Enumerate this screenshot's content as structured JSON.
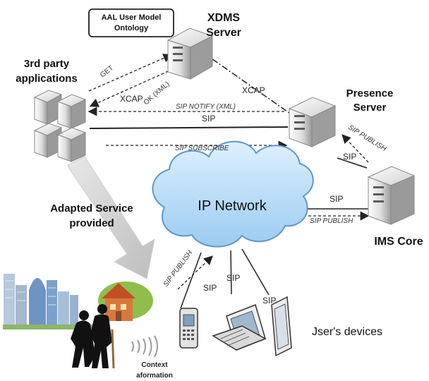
{
  "ontology_box": {
    "line1": "AAL User Model",
    "line2": "Ontology"
  },
  "xdms": {
    "line1": "XDMS",
    "line2": "Server"
  },
  "third_party": {
    "line1": "3rd party",
    "line2": "applications"
  },
  "presence": {
    "line1": "Presence",
    "line2": "Server"
  },
  "ims": {
    "label": "IMS Core"
  },
  "network": {
    "label": "IP Network"
  },
  "users": {
    "label": "Jser's devices"
  },
  "adapted": {
    "line1": "Adapted Service",
    "line2": "provided"
  },
  "context": {
    "line1": "Context",
    "line2": "aformation"
  },
  "edges": {
    "get": "GET",
    "xcap_left": "XCAP",
    "ok_xml": "OK (XML)",
    "xcap_right": "XCAP",
    "sip_notify": "SIP NOTIFY (XML)",
    "sip_main": "SIP",
    "sip_subscribe": "SIP SUBSCRIBE",
    "sip_publish_presence": "SIP PUBLISH",
    "sip_presence": "SIP",
    "sip_ims": "SIP",
    "sip_publish_ims": "SIP PUBLISH",
    "sip_publish_devices": "SIP PUBLISH",
    "sip_phone": "SIP",
    "sip_laptop": "SIP",
    "sip_tablet": "SIP"
  },
  "colors": {
    "line": "#222222",
    "label": "#333333",
    "cloud_fill": "#bfe0f8",
    "cloud_stroke": "#5f97c8",
    "server_light": "#f4f4f4",
    "server_dark": "#9a9a9a",
    "building_blue": "#6f94c4",
    "house_orange": "#d9783d"
  }
}
